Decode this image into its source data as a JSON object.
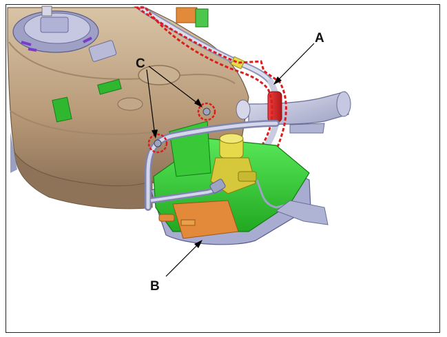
{
  "callouts": {
    "a": "A",
    "b": "B",
    "c": "C"
  },
  "colors": {
    "tank": "#b89a78",
    "tank_shadow": "#8e7358",
    "tube": "#b8bcd6",
    "bracket_green": "#3cd23c",
    "canister_orange": "#e28a3a",
    "valve_yellow": "#e6d94a",
    "hose_red": "#d8262a",
    "highlight_dash": "#d81e1e"
  }
}
